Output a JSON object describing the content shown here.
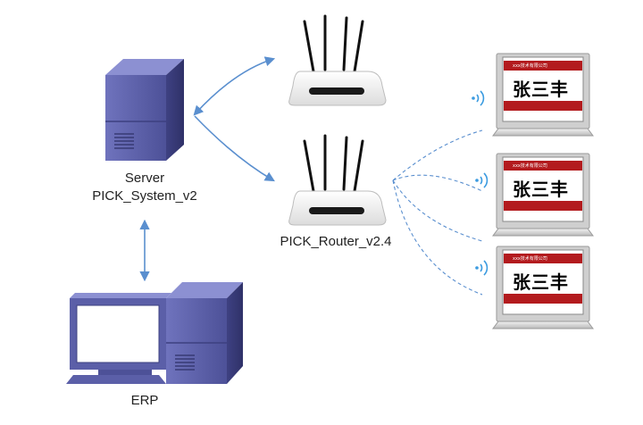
{
  "server": {
    "line1": "Server",
    "line2": "PICK_System_v2"
  },
  "router_label": "PICK_Router_v2.4",
  "erp_label": "ERP",
  "tags": [
    {
      "company": "xxx技术有限公司",
      "name": "张三丰"
    },
    {
      "company": "xxx技术有限公司",
      "name": "张三丰"
    },
    {
      "company": "xxx技术有限公司",
      "name": "张三丰"
    }
  ],
  "colors": {
    "server_blue": "#5b5fa8",
    "arrow_blue": "#5a8fcf",
    "tag_red": "#b31b1e",
    "wifi_blue": "#3b9be0"
  }
}
